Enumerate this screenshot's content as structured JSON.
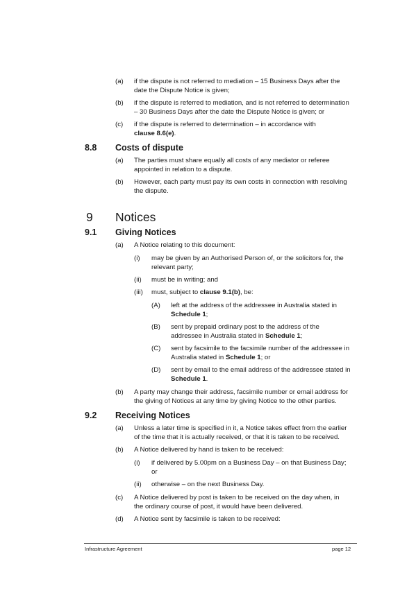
{
  "a_top": {
    "items": [
      {
        "label": "(a)",
        "line1": "if the dispute is not referred to mediation – 15 Business Days after the",
        "line2": "date the Dispute Notice is given;"
      },
      {
        "label": "(b)",
        "line1": "if the dispute is referred to mediation, and is not referred to determination",
        "line2": "– 30 Business Days after the date the Dispute Notice is given; or"
      },
      {
        "label": "(c)",
        "line1": "if the dispute is referred to determination – in accordance with",
        "line2_bold": "clause 8.6(e)",
        "line2_tail": "."
      }
    ]
  },
  "s88": {
    "num": "8.8",
    "title": "Costs of dispute",
    "items": [
      {
        "label": "(a)",
        "line1": "The parties must share equally all costs of any mediator or referee",
        "line2": "appointed in relation to a dispute."
      },
      {
        "label": "(b)",
        "line1": "However, each party must pay its own costs in connection with resolving",
        "line2": "the dispute."
      }
    ]
  },
  "s9": {
    "num": "9",
    "title": "Notices"
  },
  "s91": {
    "num": "9.1",
    "title": "Giving Notices",
    "a_label": "(a)",
    "a_text": "A Notice relating to this document:",
    "i_label": "(i)",
    "i_line1": "may be given by an Authorised Person of, or the solicitors for, the",
    "i_line2": "relevant party;",
    "ii_label": "(ii)",
    "ii_text": "must be in writing; and",
    "iii_label": "(iii)",
    "iii_pre": "must, subject to ",
    "iii_bold": "clause 9.1(b)",
    "iii_post": ", be:",
    "A_label": "(A)",
    "A_line1": "left at the address of the addressee in Australia stated in",
    "A_bold": "Schedule 1",
    "A_tail": ";",
    "B_label": "(B)",
    "B_line1": "sent by prepaid ordinary post to the address of the",
    "B_pre": "addressee in Australia stated in ",
    "B_bold": "Schedule 1",
    "B_tail": ";",
    "C_label": "(C)",
    "C_line1": "sent by facsimile to the facsimile number of the addressee in",
    "C_pre": "Australia stated in ",
    "C_bold": "Schedule 1",
    "C_tail": "; or",
    "D_label": "(D)",
    "D_line1": "sent by email to the email address of the addressee stated in",
    "D_bold": "Schedule 1",
    "D_tail": ".",
    "b_label": "(b)",
    "b_line1": "A party may change their address, facsimile number or email address for",
    "b_line2": "the giving of Notices at any time by giving Notice to the other parties."
  },
  "s92": {
    "num": "9.2",
    "title": "Receiving Notices",
    "a_label": "(a)",
    "a_line1": "Unless a later time is specified in it, a Notice takes effect from the earlier",
    "a_line2": "of the time that it is actually received, or that it is taken to be received.",
    "b_label": "(b)",
    "b_text": "A Notice delivered by hand is taken to be received:",
    "i_label": "(i)",
    "i_line1": "if delivered by 5.00pm on a Business Day – on that Business Day;",
    "i_line2": "or",
    "ii_label": "(ii)",
    "ii_text": "otherwise – on the next Business Day.",
    "c_label": "(c)",
    "c_line1": "A Notice delivered by post is taken to be received on the day when, in",
    "c_line2": "the ordinary course of post, it would have been delivered.",
    "d_label": "(d)",
    "d_text": "A Notice sent by facsimile is taken to be received:"
  },
  "footer": {
    "left": "Infrastructure Agreement",
    "right": "page 12"
  }
}
